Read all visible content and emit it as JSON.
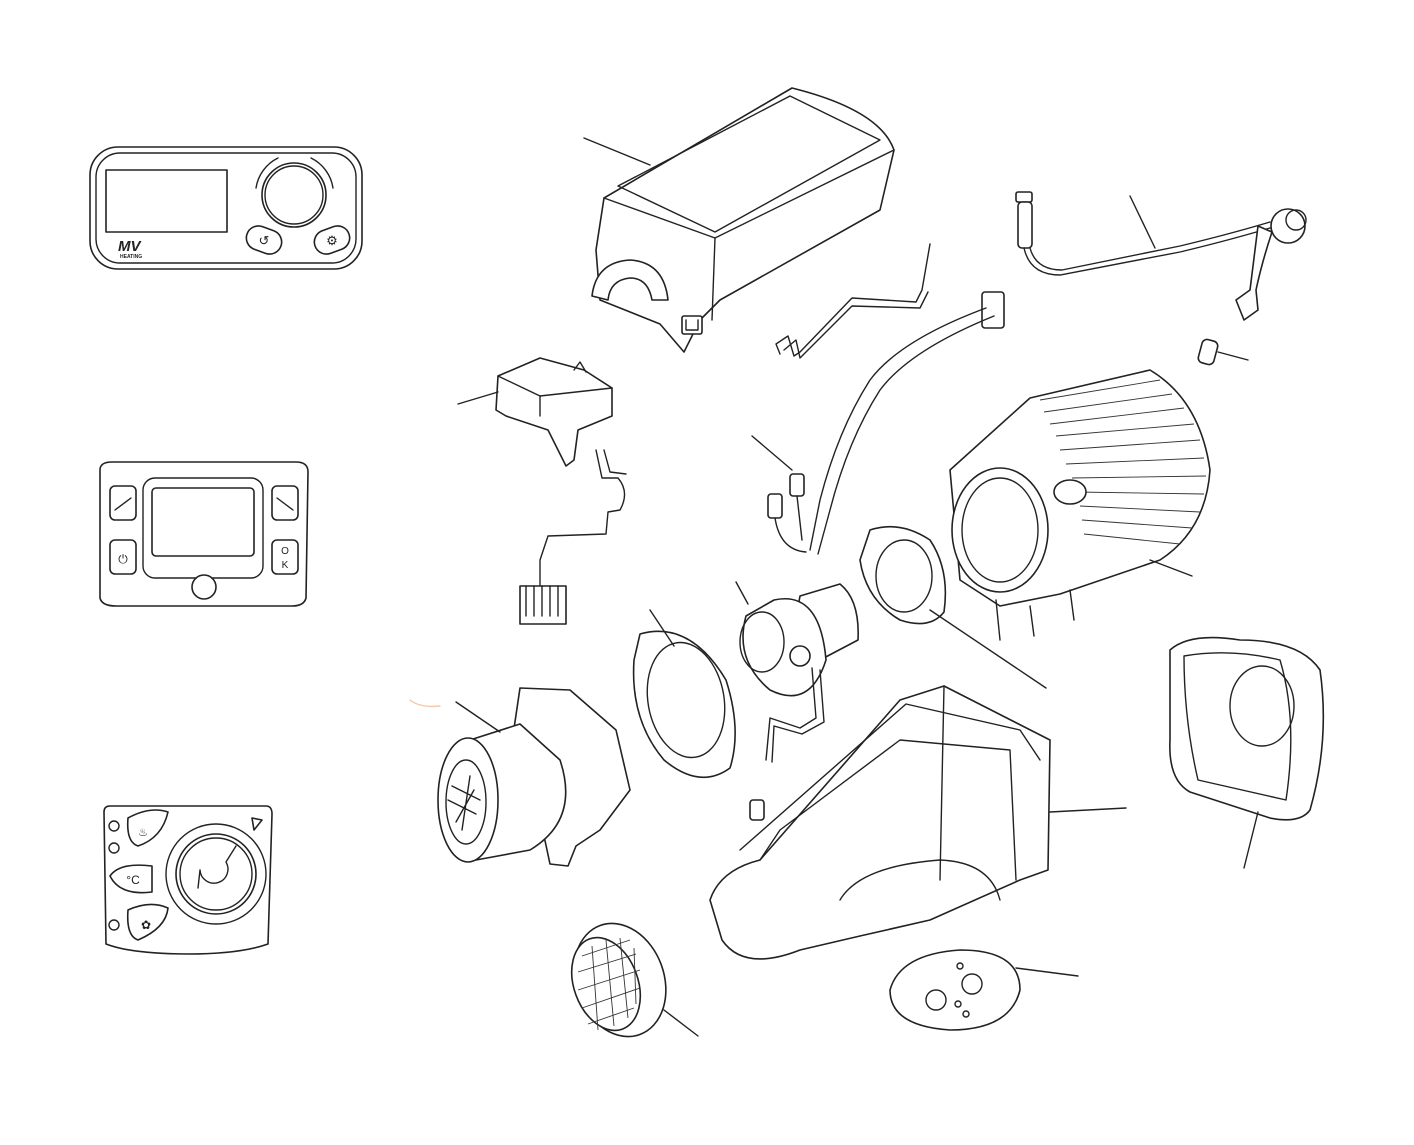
{
  "diagram": {
    "controllers": {
      "lcd_controller": {
        "logo_text": "MV",
        "logo_subtext": "HEATING"
      },
      "button_controller": {
        "ok_button_top": "O",
        "ok_button_bottom": "K"
      },
      "knob_controller": {
        "temp_button_label": "°C"
      }
    },
    "colors": {
      "line": "#222222",
      "background": "#ffffff",
      "accent": "#f4c9a8"
    }
  }
}
